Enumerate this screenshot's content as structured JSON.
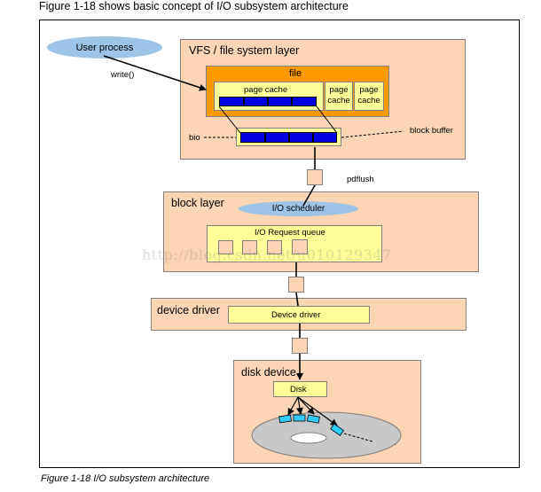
{
  "caption_top": "Figure 1-18 shows basic concept of I/O subsystem architecture",
  "caption_bottom": "Figure 1-18   I/O subsystem architecture",
  "watermark": "http://blog.csdn.net/u010129347",
  "user_process": "User process",
  "write_call": "write()",
  "vfs": {
    "title": "VFS / file system layer",
    "file": "file",
    "page_cache_main": "page cache",
    "page_cache_2": "page\ncache",
    "page_cache_3": "page\ncache",
    "bio": "bio",
    "block_buffer": "block buffer"
  },
  "pdflush": "pdflush",
  "block_layer": {
    "title": "block layer",
    "scheduler": "I/O scheduler",
    "request_queue": "I/O Request queue"
  },
  "device_driver_layer": {
    "title": "device driver",
    "box": "Device driver"
  },
  "disk_device": {
    "title": "disk device",
    "disk": "Disk",
    "sector": "sector"
  },
  "colors": {
    "layer_fill": "#fcd5b5",
    "file_fill": "#ff9900",
    "box_fill": "#ffff99",
    "ellipse_fill": "#9dc3e6",
    "block_fill": "#0000e0",
    "platter_fill": "#c8c8c8",
    "sector_fill": "#33ccff"
  }
}
